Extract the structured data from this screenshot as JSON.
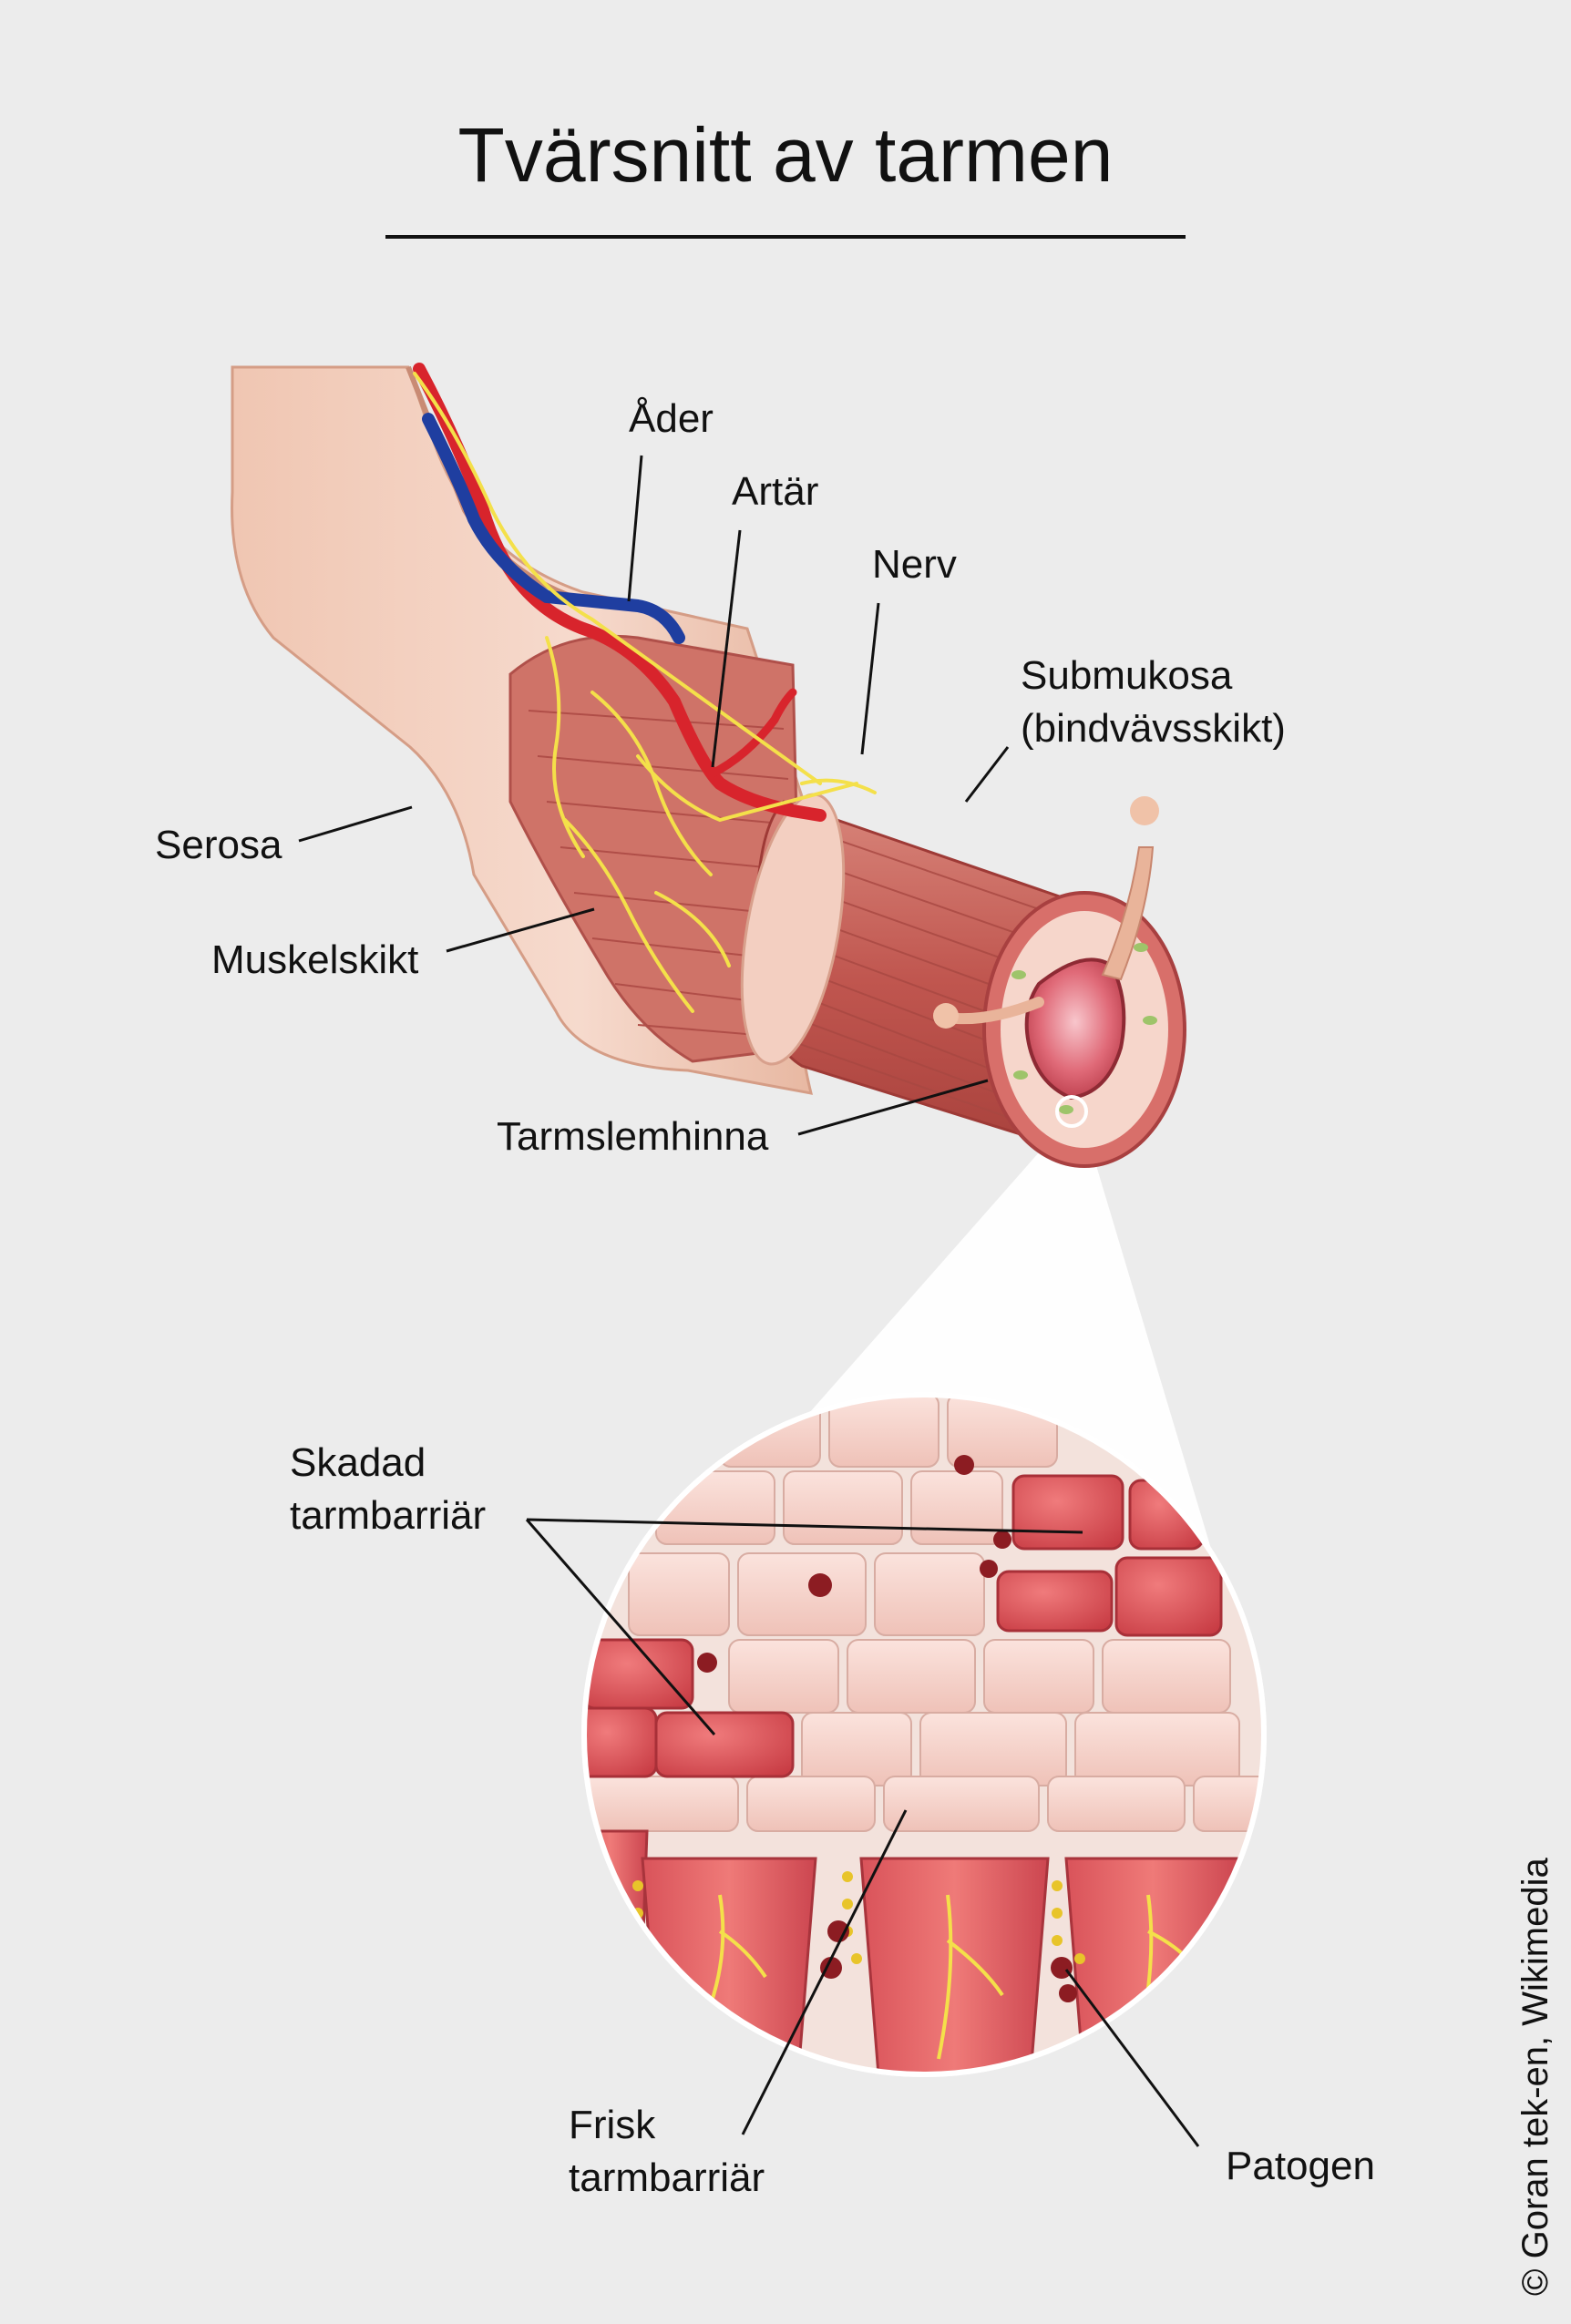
{
  "title": "Tvärsnitt av tarmen",
  "labels": {
    "ader": "Åder",
    "artar": "Artär",
    "nerv": "Nerv",
    "submukosa_1": "Submukosa",
    "submukosa_2": "(bindvävsskikt)",
    "serosa": "Serosa",
    "muskelskikt": "Muskelskikt",
    "tarmslemhinna": "Tarmslemhinna",
    "skadad_1": "Skadad",
    "skadad_2": "tarmbarriär",
    "frisk_1": "Frisk",
    "frisk_2": "tarmbarriär",
    "patogen": "Patogen"
  },
  "credit": "© Goran tek-en, Wikimedia",
  "colors": {
    "background": "#ececec",
    "serosa": "#f1cdbb",
    "muscle": "#c8645c",
    "mucosa": "#f4c9bd",
    "healthy_cell": "#f7d6cf",
    "damaged_cell": "#e05a5e",
    "artery": "#d8242c",
    "vein": "#1f3ea0",
    "nerve": "#f4e04a",
    "pathogen": "#8c1c22"
  }
}
